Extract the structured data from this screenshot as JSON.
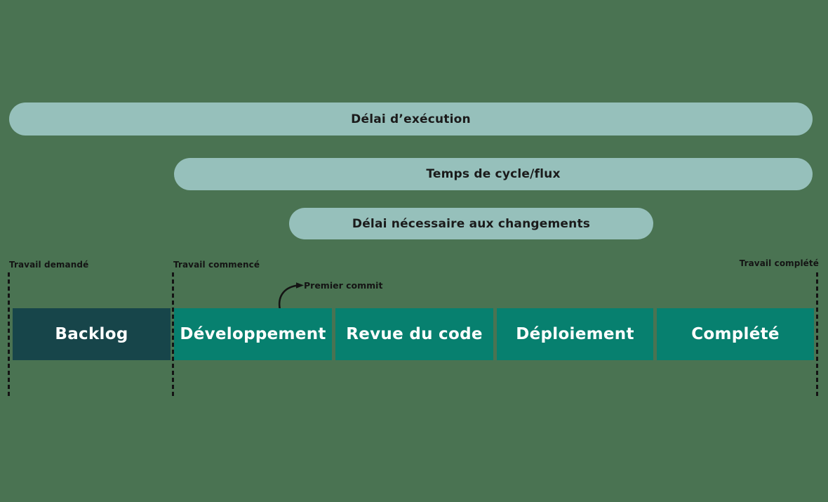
{
  "colors": {
    "background": "#4a7352",
    "pill": "#96c0bb",
    "pill_text": "#1b1b1b",
    "marker_text": "#141414",
    "stage_backlog": "#17454a",
    "stage_teal": "#07806f",
    "stage_text": "#ffffff"
  },
  "pills": [
    {
      "label": "Délai d’exécution"
    },
    {
      "label": "Temps de cycle/flux"
    },
    {
      "label": "Délai nécessaire aux changements"
    }
  ],
  "milestones": [
    {
      "label": "Travail demandé"
    },
    {
      "label": "Travail commencé"
    },
    {
      "label": "Travail complété"
    }
  ],
  "annotation": {
    "label": "Premier commit"
  },
  "stages": [
    {
      "label": "Backlog"
    },
    {
      "label": "Développement"
    },
    {
      "label": "Revue du code"
    },
    {
      "label": "Déploiement"
    },
    {
      "label": "Complété"
    }
  ]
}
